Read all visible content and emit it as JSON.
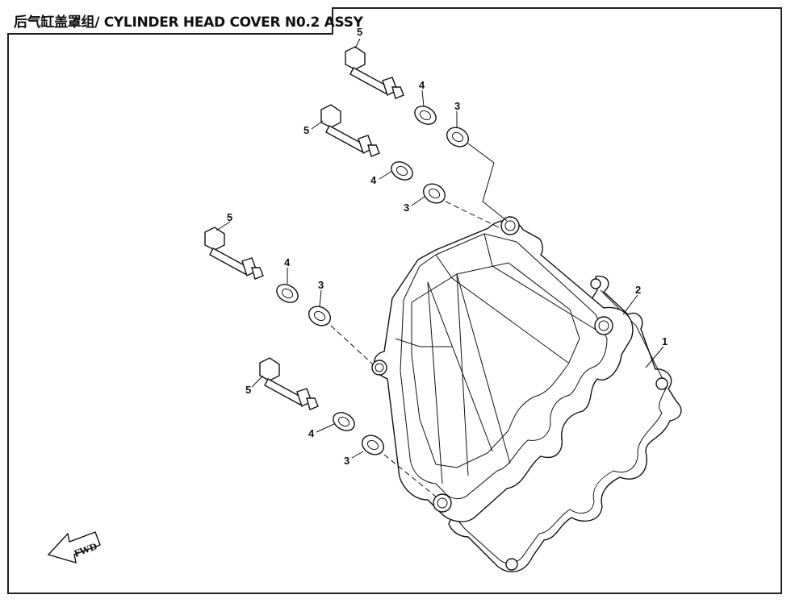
{
  "title": "后气缸盖罩组/ CYLINDER HEAD COVER N0.2 ASSY",
  "fwd_label": "FWD",
  "callouts": {
    "gasket": "1",
    "cover": "2",
    "grommet": "3",
    "washer": "4",
    "bolt": "5"
  }
}
